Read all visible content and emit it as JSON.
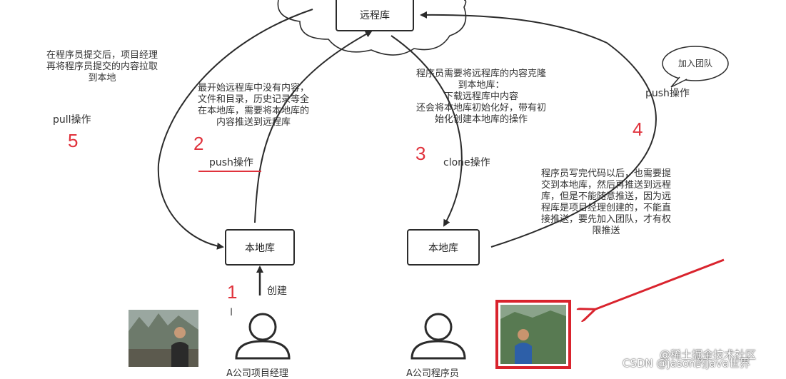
{
  "nodes": {
    "remote": "远程库",
    "local_left": "本地库",
    "local_right": "本地库"
  },
  "bubble": "加入团队",
  "steps": [
    {
      "num": "1",
      "op": "创建"
    },
    {
      "num": "2",
      "op": "push操作"
    },
    {
      "num": "3",
      "op": "clone操作"
    },
    {
      "num": "4",
      "op": "push操作"
    },
    {
      "num": "5",
      "op": "pull操作"
    }
  ],
  "notes": {
    "note5": [
      "在程序员提交后，项目经理",
      "再将程序员提交的内容拉取",
      "到本地"
    ],
    "note2": [
      "最开始远程库中没有内容，",
      "文件和目录，历史记录等全",
      "在本地库，需要将本地库的",
      "内容推送到远程库"
    ],
    "note3": [
      "程序员需要将远程库的内容克隆",
      "到本地库：",
      "下载远程库中内容",
      "还会将本地库初始化好，带有初",
      "始化创建本地库的操作"
    ],
    "note4": [
      "程序员写完代码以后，也需要提",
      "交到本地库，然后再推送到远程",
      "库，但是不能随意推送，因为远",
      "程库是项目经理创建的，不能直",
      "接推送，要先加入团队，才有权",
      "限推送"
    ]
  },
  "people": {
    "manager": "A公司项目经理",
    "programmer": "A公司程序员"
  },
  "cursor": "I",
  "watermark": [
    "@稀土掘金技术社区",
    "CSDN @jason的java世界"
  ],
  "colors": {
    "accent": "#e0323c",
    "line": "#2b2b2b"
  },
  "icons": [
    "person-icon",
    "arrow-icon",
    "cloud-icon",
    "speech-bubble-icon"
  ]
}
